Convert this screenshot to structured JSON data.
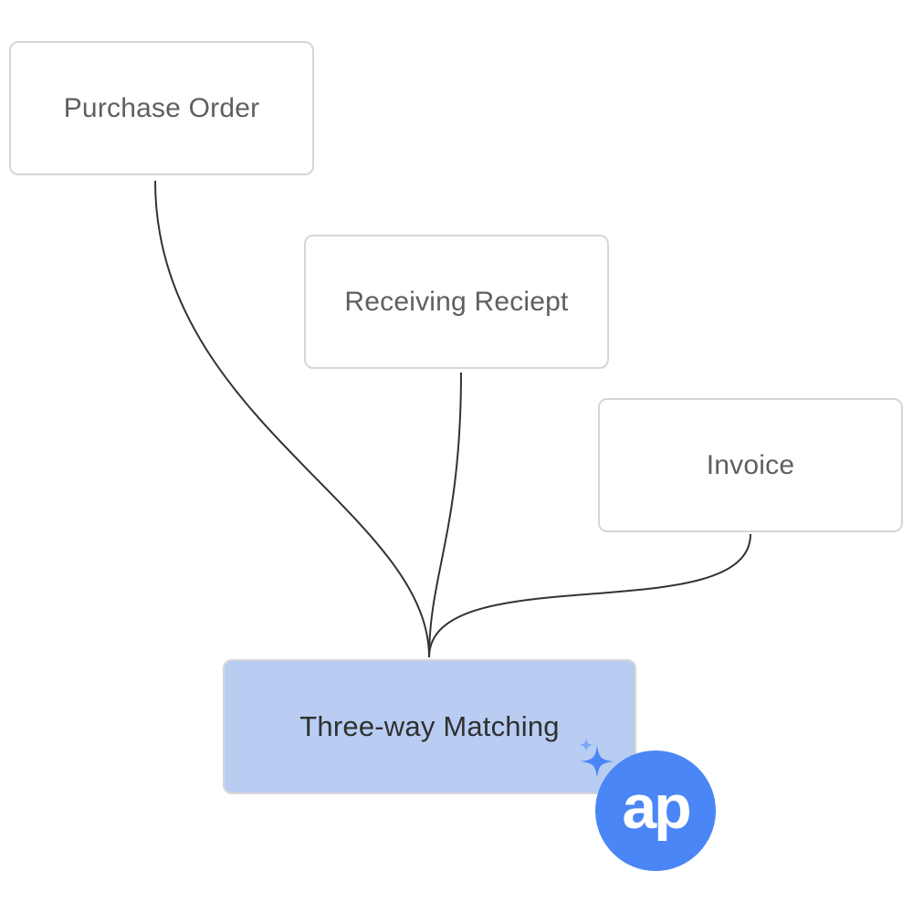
{
  "diagram": {
    "nodes": {
      "purchase_order": "Purchase Order",
      "receiving_receipt": "Receiving Reciept",
      "invoice": "Invoice",
      "three_way_matching": "Three-way Matching"
    },
    "edges": [
      {
        "from": "purchase_order",
        "to": "three_way_matching"
      },
      {
        "from": "receiving_receipt",
        "to": "three_way_matching"
      },
      {
        "from": "invoice",
        "to": "three_way_matching"
      }
    ]
  },
  "brand": {
    "logo_text": "ap",
    "accent_color": "#4a86f5",
    "highlight_fill": "#b9cdf3",
    "icons": [
      "sparkle-icon",
      "ap-logo"
    ]
  }
}
